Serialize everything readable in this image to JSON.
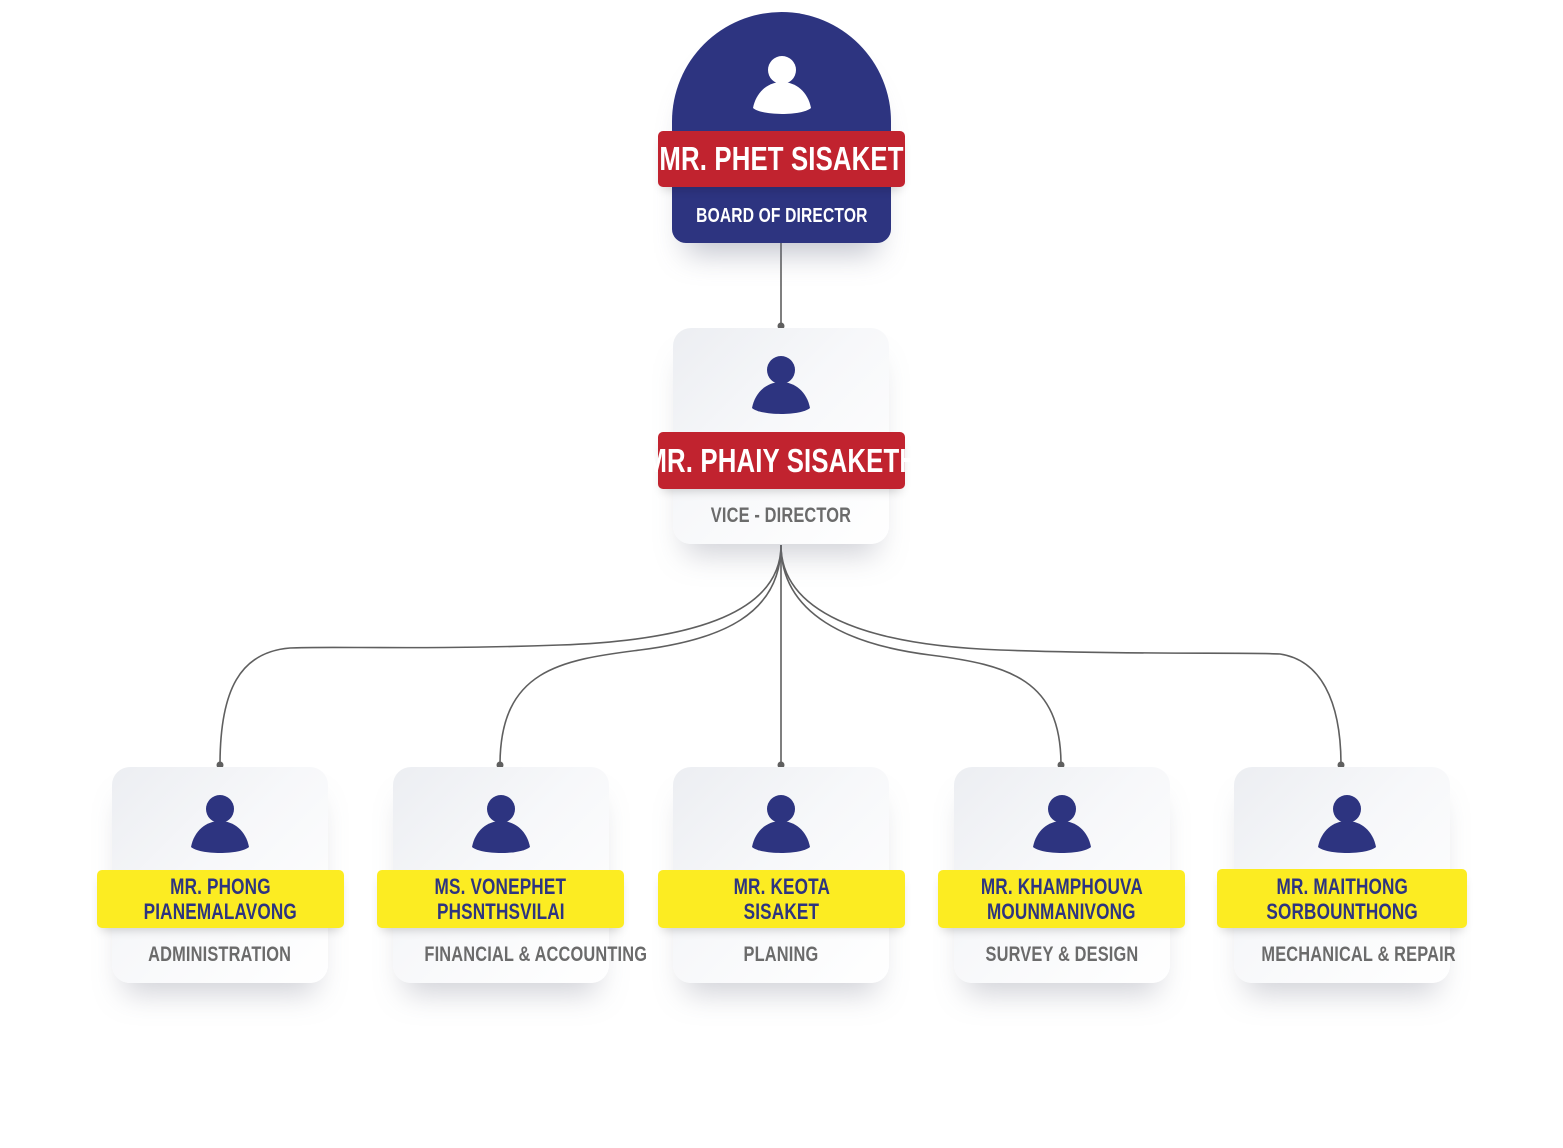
{
  "colors": {
    "primary_navy": "#2d3480",
    "name_red": "#c1232f",
    "name_yellow": "#fcec22",
    "connector": "#5f5f5f",
    "role_gray": "#6b6b6b"
  },
  "chart": {
    "root": {
      "name": "MR. PHET SISAKET",
      "role": "BOARD OF DIRECTOR",
      "icon": "person-icon"
    },
    "vice": {
      "name": "MR. PHAIY SISAKETH",
      "role": "VICE - DIRECTOR",
      "icon": "person-icon"
    },
    "departments": [
      {
        "name_line1": "MR. PHONG",
        "name_line2": "PIANEMALAVONG",
        "role": "ADMINISTRATION",
        "icon": "person-icon"
      },
      {
        "name_line1": "MS. VONEPHET",
        "name_line2": "PHSNTHSVILAI",
        "role": "FINANCIAL & ACCOUNTING",
        "icon": "person-icon"
      },
      {
        "name_line1": "MR. KEOTA",
        "name_line2": "SISAKET",
        "role": "PLANING",
        "icon": "person-icon"
      },
      {
        "name_line1": "MR. KHAMPHOUVA",
        "name_line2": "MOUNMANIVONG",
        "role": "SURVEY & DESIGN",
        "icon": "person-icon"
      },
      {
        "name_line1": "MR. MAITHONG",
        "name_line2": "SORBOUNTHONG",
        "role": "MECHANICAL & REPAIR",
        "icon": "person-icon"
      }
    ]
  }
}
